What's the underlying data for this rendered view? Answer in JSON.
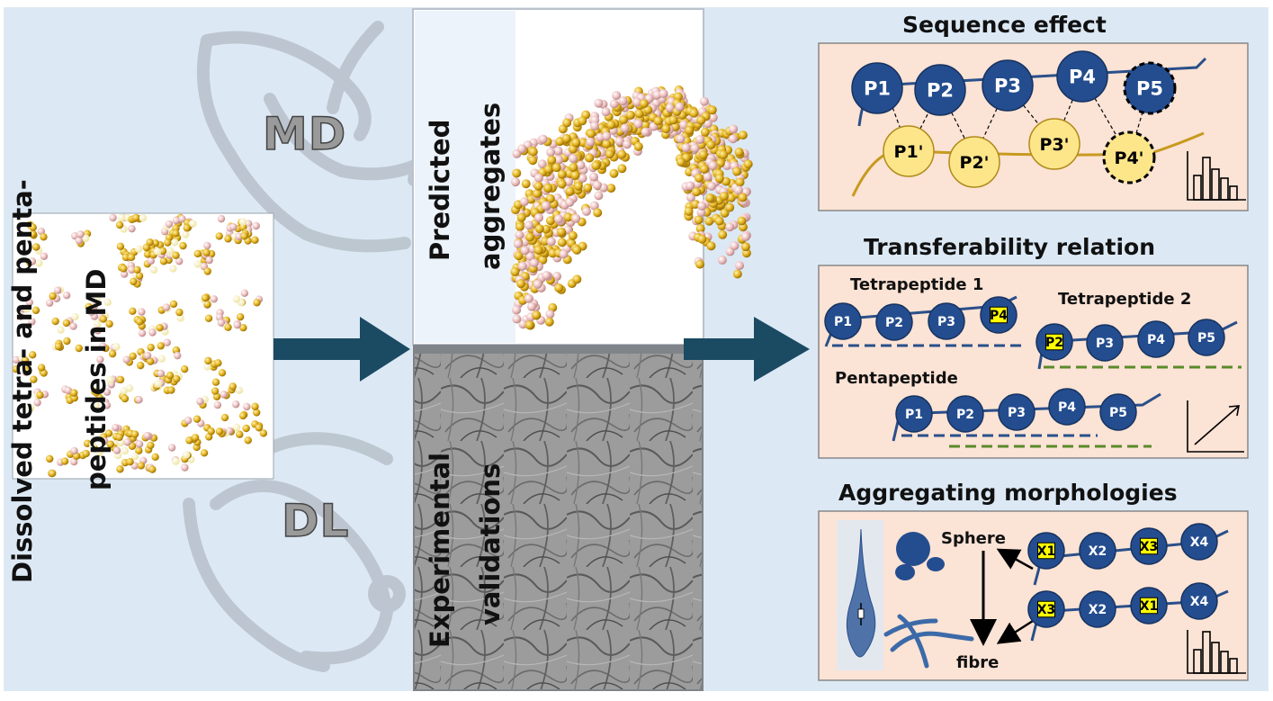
{
  "left": {
    "vertical_title_line1": "Dissolved tetra- and penta-",
    "vertical_title_line2": "peptides in MD"
  },
  "methods": {
    "md": "MD",
    "dl": "DL"
  },
  "center": {
    "predicted_line1": "Predicted",
    "predicted_line2": "aggregates",
    "experimental_line1": "Experimental",
    "experimental_line2": "validations"
  },
  "panels": {
    "sequence_effect": {
      "title": "Sequence effect",
      "top_nodes": [
        "P1",
        "P2",
        "P3",
        "P4",
        "P5"
      ],
      "bottom_nodes": [
        "P1'",
        "P2'",
        "P3'",
        "P4'"
      ]
    },
    "transferability": {
      "title": "Transferability relation",
      "tetra1_label": "Tetrapeptide 1",
      "tetra1_nodes": [
        "P1",
        "P2",
        "P3",
        "P4"
      ],
      "tetra2_label": "Tetrapeptide 2",
      "tetra2_nodes": [
        "P2",
        "P3",
        "P4",
        "P5"
      ],
      "penta_label": "Pentapeptide",
      "penta_nodes": [
        "P1",
        "P2",
        "P3",
        "P4",
        "P5"
      ]
    },
    "morphologies": {
      "title": "Aggregating morphologies",
      "sphere_label": "Sphere",
      "fibre_label": "fibre",
      "row1_nodes": [
        "X1",
        "X2",
        "X3",
        "X4"
      ],
      "row2_nodes": [
        "X3",
        "X2",
        "X1",
        "X4"
      ]
    }
  },
  "colors": {
    "background": "#dce9f5",
    "panel": "#fbe3d5",
    "node_blue": "#244d8f",
    "node_yellow": "#fde68a",
    "highlight": "#ffff00",
    "arrow": "#1b4a63",
    "gold_chain": "#c79a1e",
    "dashed_blue": "#2a4f8a",
    "dashed_green": "#5b8a2a"
  }
}
